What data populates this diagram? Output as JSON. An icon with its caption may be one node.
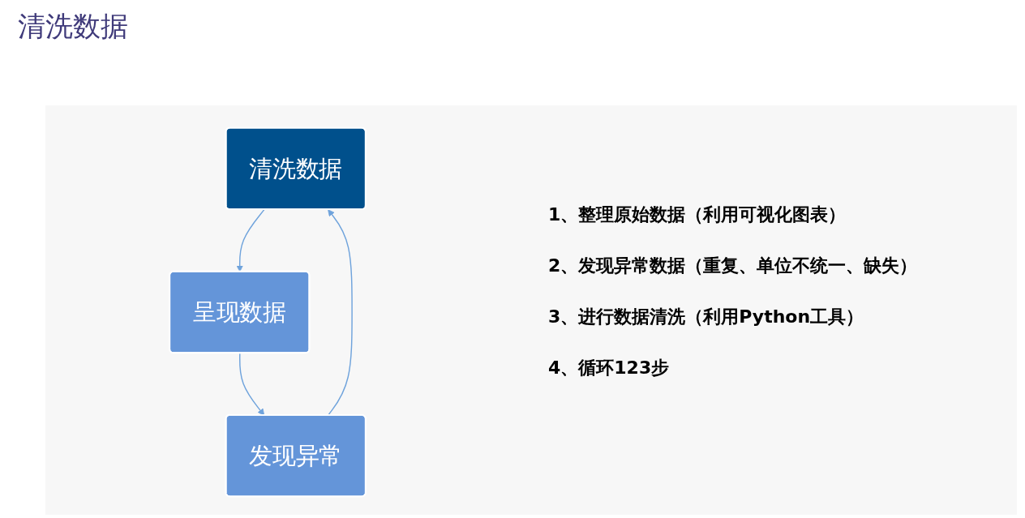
{
  "diagram": {
    "title": "清洗数据",
    "nodes": [
      {
        "text": [
          "清洗数据"
        ]
      },
      {
        "text": [
          "呈现数据"
        ]
      },
      {
        "text": [
          "发现异常"
        ]
      }
    ],
    "edges": [
      {
        "from": 0,
        "to": 1,
        "arrow": "to"
      },
      {
        "from": 1,
        "to": 2,
        "arrow": "to"
      },
      {
        "from": 2,
        "to": 0,
        "arrow": "to"
      }
    ],
    "labels": [
      "1、整理原始数据（利用可视化图表）",
      "2、发现异常数据（重复、单位不统一、缺失）",
      "3、进行数据清洗（利用Python工具）",
      "4、循环123步"
    ]
  }
}
